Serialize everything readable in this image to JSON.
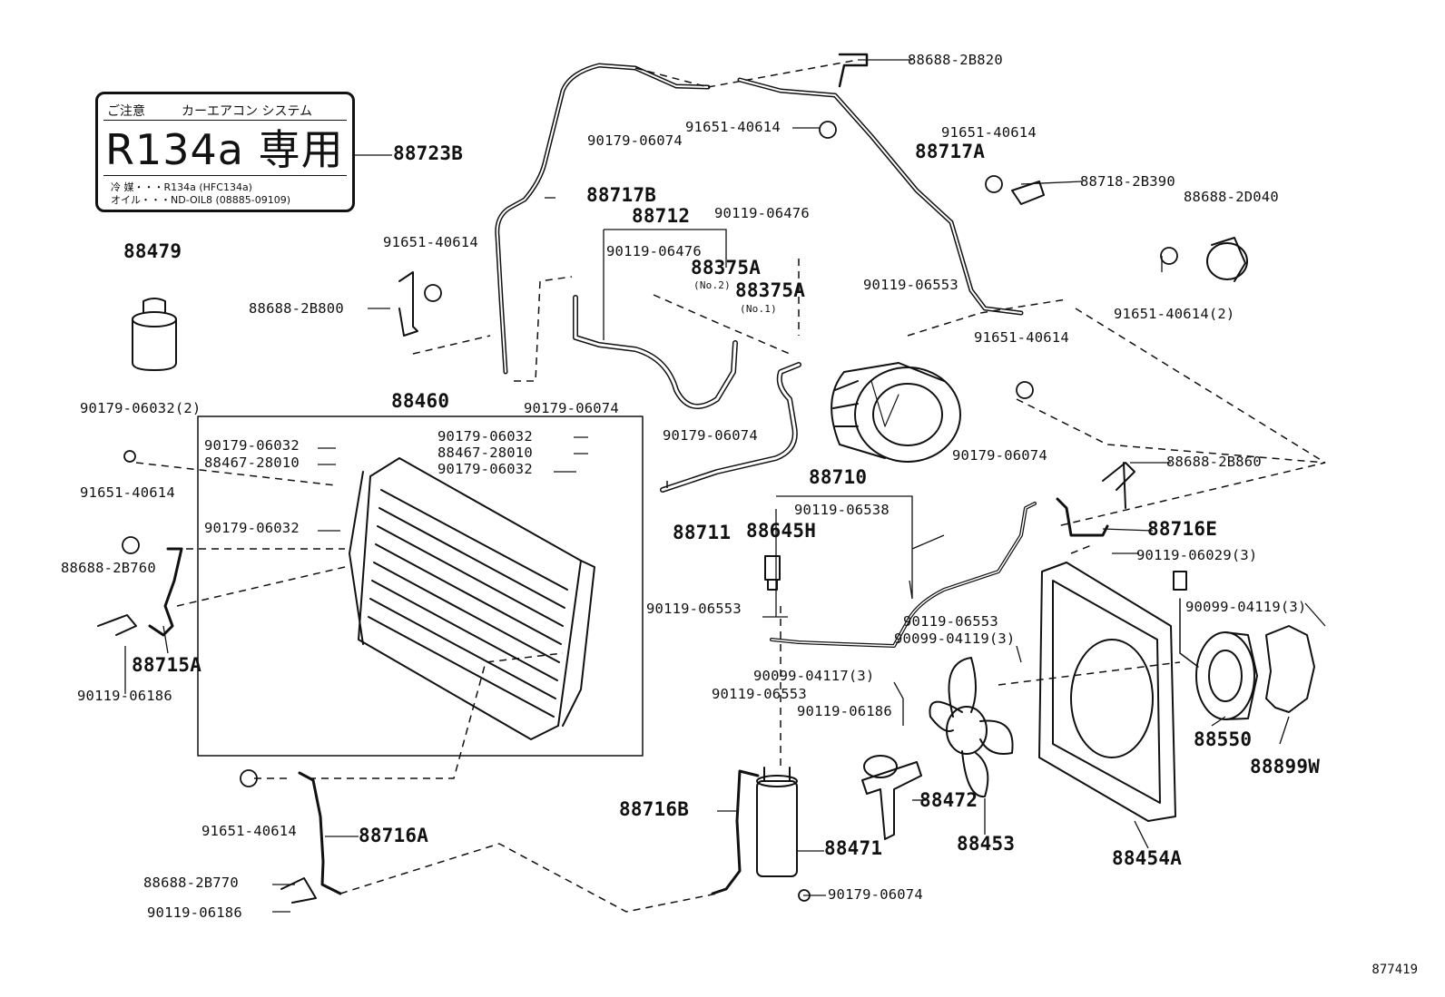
{
  "refrigerant_label": {
    "caution": "ご注意",
    "system": "カーエアコン システム",
    "main": "R134a 専用",
    "line1": "冷 媒・・・R134a (HFC134a)",
    "line2": "オイル・・・ND-OIL8 (08885-09109)"
  },
  "document_id": "877419",
  "parts": {
    "p88723B": "88723B",
    "p88479": "88479",
    "p88717B": "88717B",
    "p88717A": "88717A",
    "p88688_2B820": "88688-2B820",
    "p90179_06074_a": "90179-06074",
    "p91651_40614_a": "91651-40614",
    "p91651_40614_b": "91651-40614",
    "p88718_2B390": "88718-2B390",
    "p88688_2D040": "88688-2D040",
    "p91651_40614_2": "91651-40614(2)",
    "p91651_40614_c": "91651-40614",
    "p88688_2B800": "88688-2B800",
    "p88712": "88712",
    "p90119_06476_a": "90119-06476",
    "p90119_06476_b": "90119-06476",
    "p88375A_2": "88375A",
    "p88375A_2_sub": "(No.2)",
    "p88375A_1": "88375A",
    "p88375A_1_sub": "(No.1)",
    "p90119_06553_a": "90119-06553",
    "p91651_40614_d": "91651-40614",
    "p90179_06074_b": "90179-06074",
    "p88460": "88460",
    "p90179_06032_2": "90179-06032(2)",
    "p90179_06032_a": "90179-06032",
    "p88467_28010_a": "88467-28010",
    "p90179_06032_b": "90179-06032",
    "p88467_28010_b": "88467-28010",
    "p90179_06032_c": "90179-06032",
    "p90179_06032_d": "90179-06032",
    "p90179_06074_c": "90179-06074",
    "p88711": "88711",
    "p88710": "88710",
    "p90119_06538": "90119-06538",
    "p88645H": "88645H",
    "p90179_06074_d": "90179-06074",
    "p88688_2B860": "88688-2B860",
    "p88716E": "88716E",
    "p90119_06029_3": "90119-06029(3)",
    "p91651_40614_e": "91651-40614",
    "p88688_2B760": "88688-2B760",
    "p88715A": "88715A",
    "p90119_06186_a": "90119-06186",
    "p90119_06553_b": "90119-06553",
    "p90119_06553_c": "90119-06553",
    "p90099_04119_3a": "90099-04119(3)",
    "p90099_04119_3b": "90099-04119(3)",
    "p90099_04117_3": "90099-04117(3)",
    "p90119_06553_d": "90119-06553",
    "p90119_06186_b": "90119-06186",
    "p88550": "88550",
    "p88899W": "88899W",
    "p88716B": "88716B",
    "p88472": "88472",
    "p88453": "88453",
    "p88454A": "88454A",
    "p88471": "88471",
    "p91651_40614_f": "91651-40614",
    "p88716A": "88716A",
    "p88688_2B770": "88688-2B770",
    "p90119_06186_c": "90119-06186",
    "p90179_06074_e": "90179-06074"
  }
}
